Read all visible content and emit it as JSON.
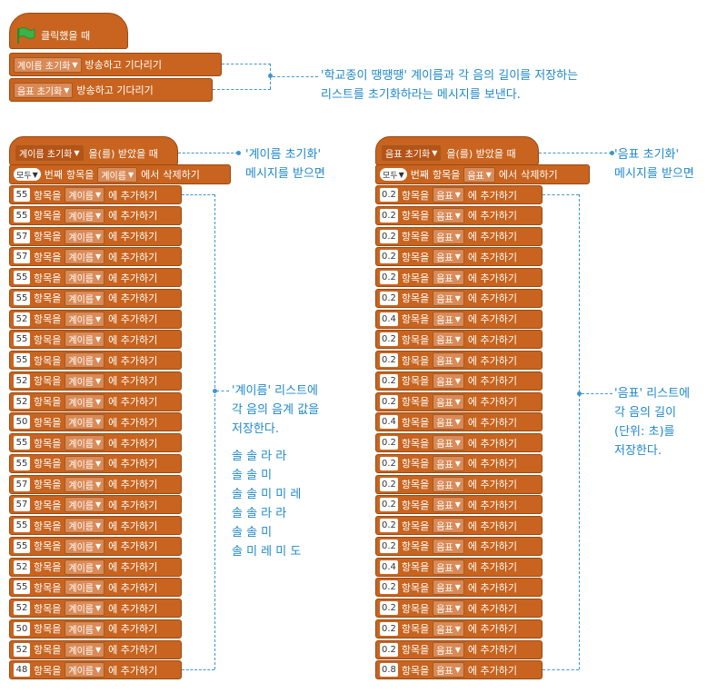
{
  "top_script": {
    "hat_label": "클릭했을 때",
    "block1": {
      "dropdown": "계이름 초기화",
      "label": "방송하고 기다리기"
    },
    "block2": {
      "dropdown": "음표 초기화",
      "label": "방송하고 기다리기"
    },
    "note": [
      "'학교종이 땡땡땡' 계이름과 각 음의 길이를 저장하는",
      "리스트를 초기화하라는 메시지를 보낸다."
    ]
  },
  "left_script": {
    "hat": {
      "dropdown": "계이름 초기화",
      "label": "을(를) 받았을 때"
    },
    "delete_block": {
      "index": "모두",
      "text1": "번째",
      "text2": "항목을",
      "list": "계이름",
      "text3": "에서",
      "text4": "삭제하기"
    },
    "add_text1": "항목을",
    "add_list": "계이름",
    "add_text2": "에 추가하기",
    "values": [
      "55",
      "55",
      "57",
      "57",
      "55",
      "55",
      "52",
      "55",
      "55",
      "52",
      "52",
      "50",
      "55",
      "55",
      "57",
      "57",
      "55",
      "55",
      "52",
      "55",
      "52",
      "50",
      "52",
      "48"
    ],
    "note_top": [
      "'계이름 초기화'",
      "메시지를 받으면"
    ],
    "note_mid": [
      "'계이름' 리스트에",
      "각 음의 음계 값을",
      "저장한다."
    ],
    "melody": [
      "솔 솔 라 라",
      "솔 솔 미",
      "솔 솔 미 미 레",
      "솔 솔 라 라",
      "솔 솔 미",
      "솔 미 레 미 도"
    ]
  },
  "right_script": {
    "hat": {
      "dropdown": "음표 초기화",
      "label": "을(를) 받았을 때"
    },
    "delete_block": {
      "index": "모두",
      "text1": "번째",
      "text2": "항목을",
      "list": "음표",
      "text3": "에서",
      "text4": "삭제하기"
    },
    "add_text1": "항목을",
    "add_list": "음표",
    "add_text2": "에 추가하기",
    "values": [
      "0.2",
      "0.2",
      "0.2",
      "0.2",
      "0.2",
      "0.2",
      "0.4",
      "0.2",
      "0.2",
      "0.2",
      "0.2",
      "0.4",
      "0.2",
      "0.2",
      "0.2",
      "0.2",
      "0.2",
      "0.2",
      "0.4",
      "0.2",
      "0.2",
      "0.2",
      "0.2",
      "0.8"
    ],
    "note_top": [
      "'음표 초기화'",
      "메시지를 받으면"
    ],
    "note_mid": [
      "'음표' 리스트에",
      "각 음의 길이",
      "(단위: 초)를",
      "저장한다."
    ]
  }
}
